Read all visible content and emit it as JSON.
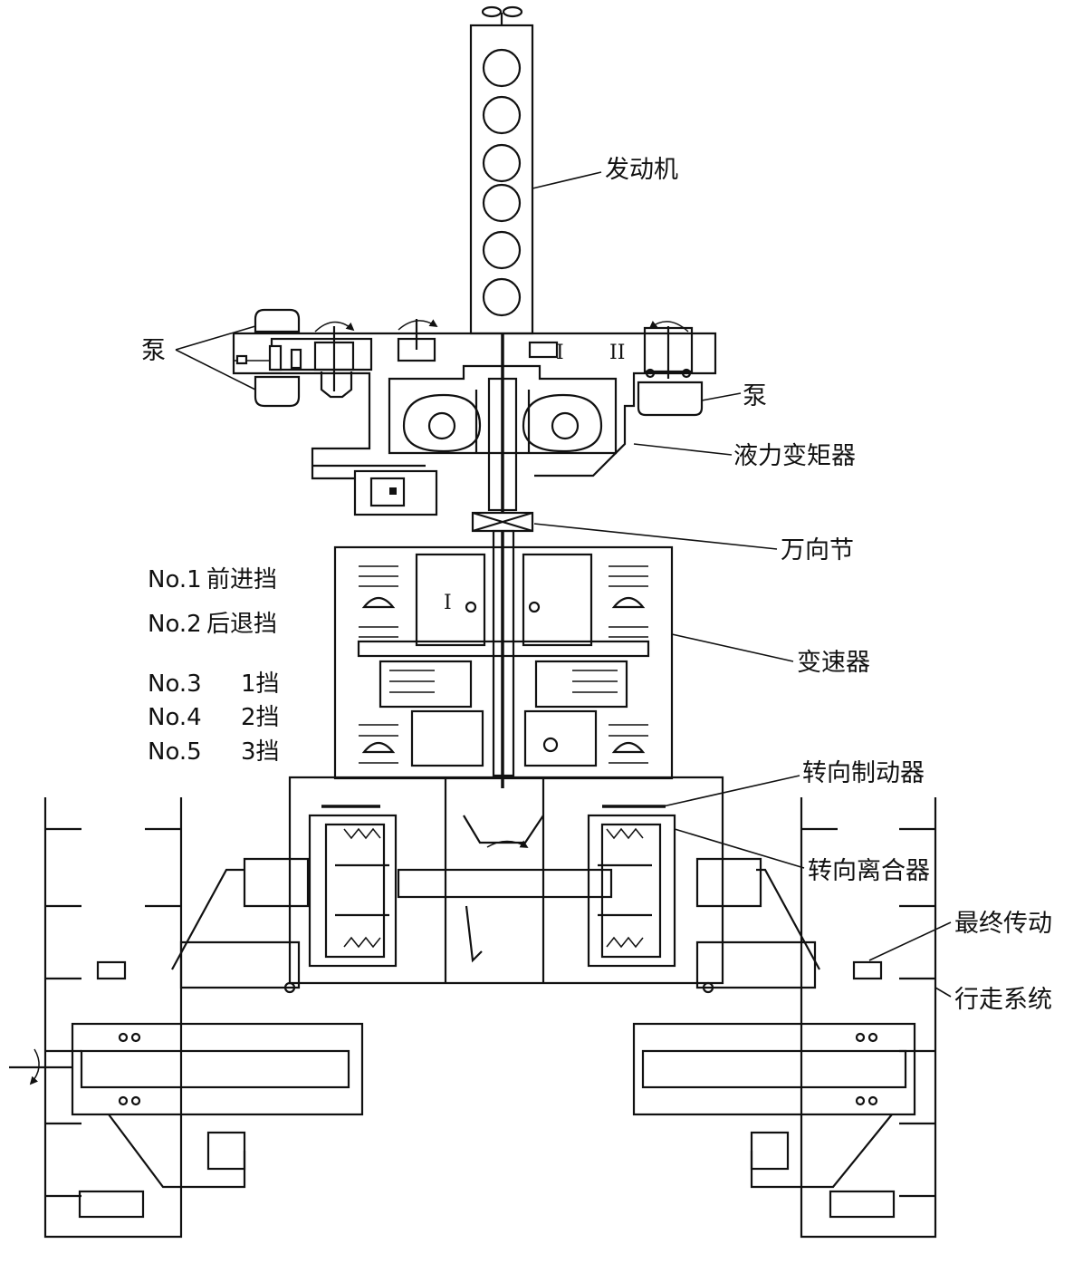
{
  "labels": {
    "engine": "发动机",
    "pump_left": "泵",
    "pump_right": "泵",
    "torque_converter": "液力变矩器",
    "universal_joint": "万向节",
    "transmission": "变速器",
    "steering_brake": "转向制动器",
    "steering_clutch": "转向离合器",
    "final_drive": "最终传动",
    "running_gear": "行走系统"
  },
  "roman_marks": {
    "one": "I",
    "two": "II",
    "shaft_mark": "I"
  },
  "gear_legend": [
    {
      "num": "No.1",
      "name": "前进挡"
    },
    {
      "num": "No.2",
      "name": "后退挡"
    },
    {
      "num": "No.3",
      "name": "1挡"
    },
    {
      "num": "No.4",
      "name": "2挡"
    },
    {
      "num": "No.5",
      "name": "3挡"
    }
  ]
}
